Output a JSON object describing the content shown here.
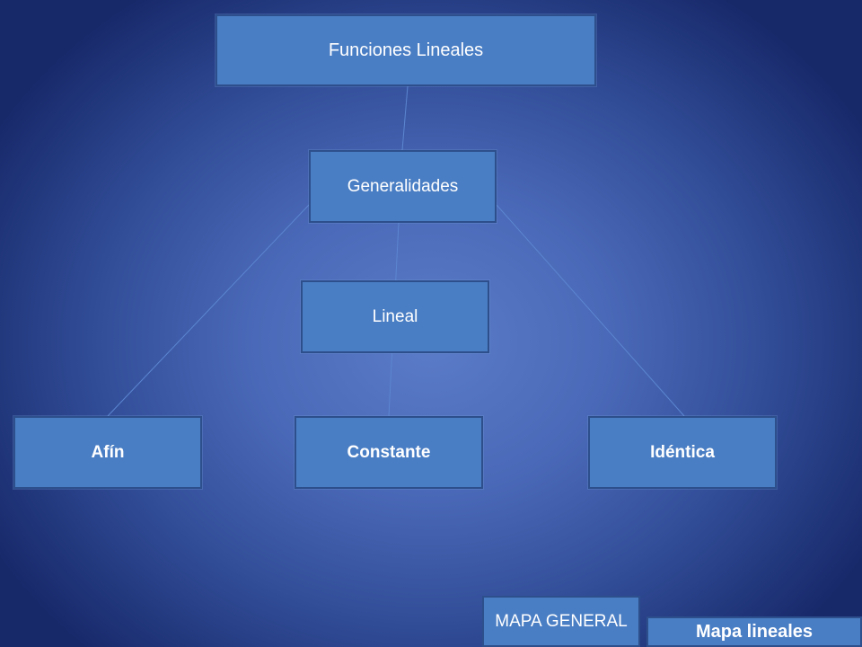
{
  "diagram": {
    "root": "Funciones Lineales",
    "level1": "Generalidades",
    "level2": "Lineal",
    "leaves": [
      "Afín",
      "Constante",
      "Idéntica"
    ]
  },
  "navigation": {
    "general_label": "MAPA GENERAL",
    "lineales_label": "Mapa lineales"
  },
  "colors": {
    "node_fill": "#4a7ec4",
    "node_border": "#2d4f8c",
    "connector": "#5c86d0",
    "background_center": "#5b7cc8",
    "background_edge": "#18296a"
  }
}
